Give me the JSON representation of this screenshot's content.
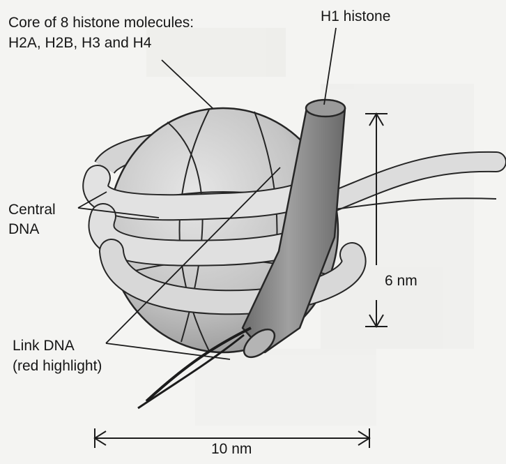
{
  "diagram": {
    "title": "",
    "labels": {
      "core_line1": "Core of 8 histone molecules:",
      "core_line2": "H2A, H2B, H3 and H4",
      "h1": "H1 histone",
      "central_line1": "Central",
      "central_line2": "DNA",
      "link_line1": "Link DNA",
      "link_line2": "(red highlight)",
      "height_dim": "6 nm",
      "width_dim": "10 nm"
    },
    "colors": {
      "background": "#f4f4f2",
      "core": "#c9c9c9",
      "dna_tube": "#dcdcdc",
      "h1_rod": "#8d8d8d",
      "outline": "#262626"
    }
  }
}
